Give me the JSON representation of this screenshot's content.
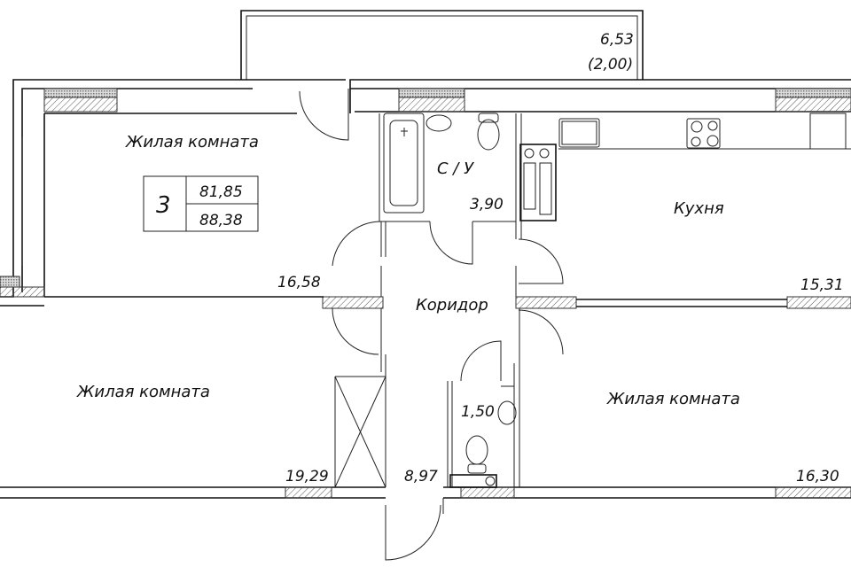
{
  "plan": {
    "rooms_count": "3",
    "total_area_living": "81,85",
    "total_area_full": "88,38",
    "rooms": [
      {
        "name": "Жилая комната",
        "area": "16,58"
      },
      {
        "name": "С / У",
        "area": "3,90"
      },
      {
        "name": "Кухня",
        "area": "15,31"
      },
      {
        "name": "Коридор",
        "area": "8,97"
      },
      {
        "name": "Жилая комната",
        "area": "19,29"
      },
      {
        "name": "Жилая комната",
        "area": "16,30"
      },
      {
        "name": "",
        "area": "1,50"
      }
    ],
    "balcony": {
      "area": "6,53",
      "reduced_area": "(2,00)"
    }
  }
}
